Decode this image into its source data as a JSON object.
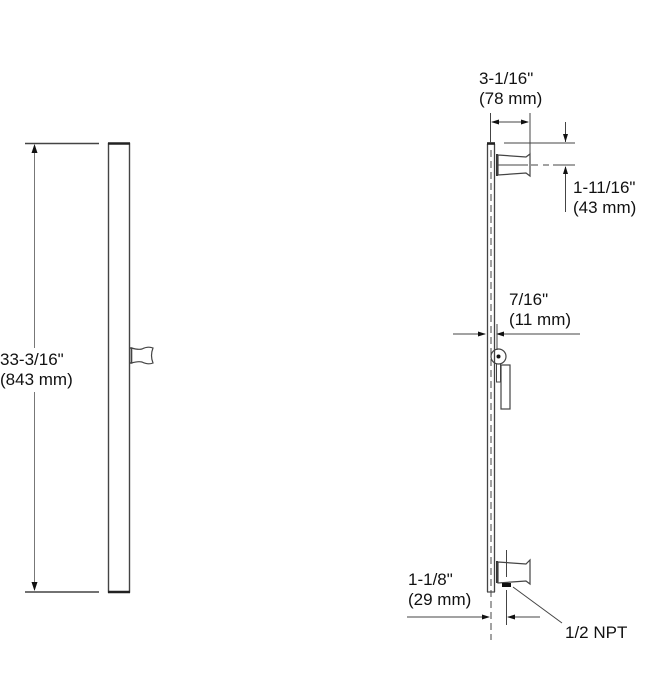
{
  "diagram": {
    "type": "technical-dimension-drawing",
    "subject": "shower slide bar",
    "views": [
      "front-view",
      "side-view"
    ],
    "line_color": "#444444",
    "text_color": "#111111"
  },
  "dimensions": {
    "overall_height": {
      "imperial": "33-3/16\"",
      "metric": "(843 mm)"
    },
    "holder_projection": {
      "imperial": "3-1/16\"",
      "metric": "(78 mm)"
    },
    "top_offset": {
      "imperial": "1-11/16\"",
      "metric": "(43 mm)"
    },
    "bar_depth": {
      "imperial": "7/16\"",
      "metric": "(11 mm)"
    },
    "outlet_offset": {
      "imperial": "1-1/8\"",
      "metric": "(29 mm)"
    },
    "thread": {
      "label": "1/2 NPT"
    }
  }
}
